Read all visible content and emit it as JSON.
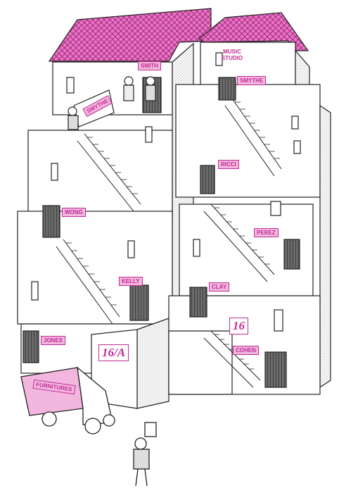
{
  "colors": {
    "accent": "#c02c95",
    "label_bg": "#f3b7df",
    "ink": "#222222",
    "roof": "#d64aa8"
  },
  "labels": {
    "smith": "SMITH",
    "smythe_mover": "SMYTHE",
    "music_studio": "MUSIC\nSTUDIO",
    "smythe_door": "SMYTHE",
    "ricci": "RICCI",
    "wong": "WONG",
    "perez": "PEREZ",
    "kelly": "KELLY",
    "clay": "CLAY",
    "number_16": "16",
    "jones": "JONES",
    "number_16a": "16/A",
    "cohen": "COHEN",
    "furnitures": "FURNITURES"
  }
}
